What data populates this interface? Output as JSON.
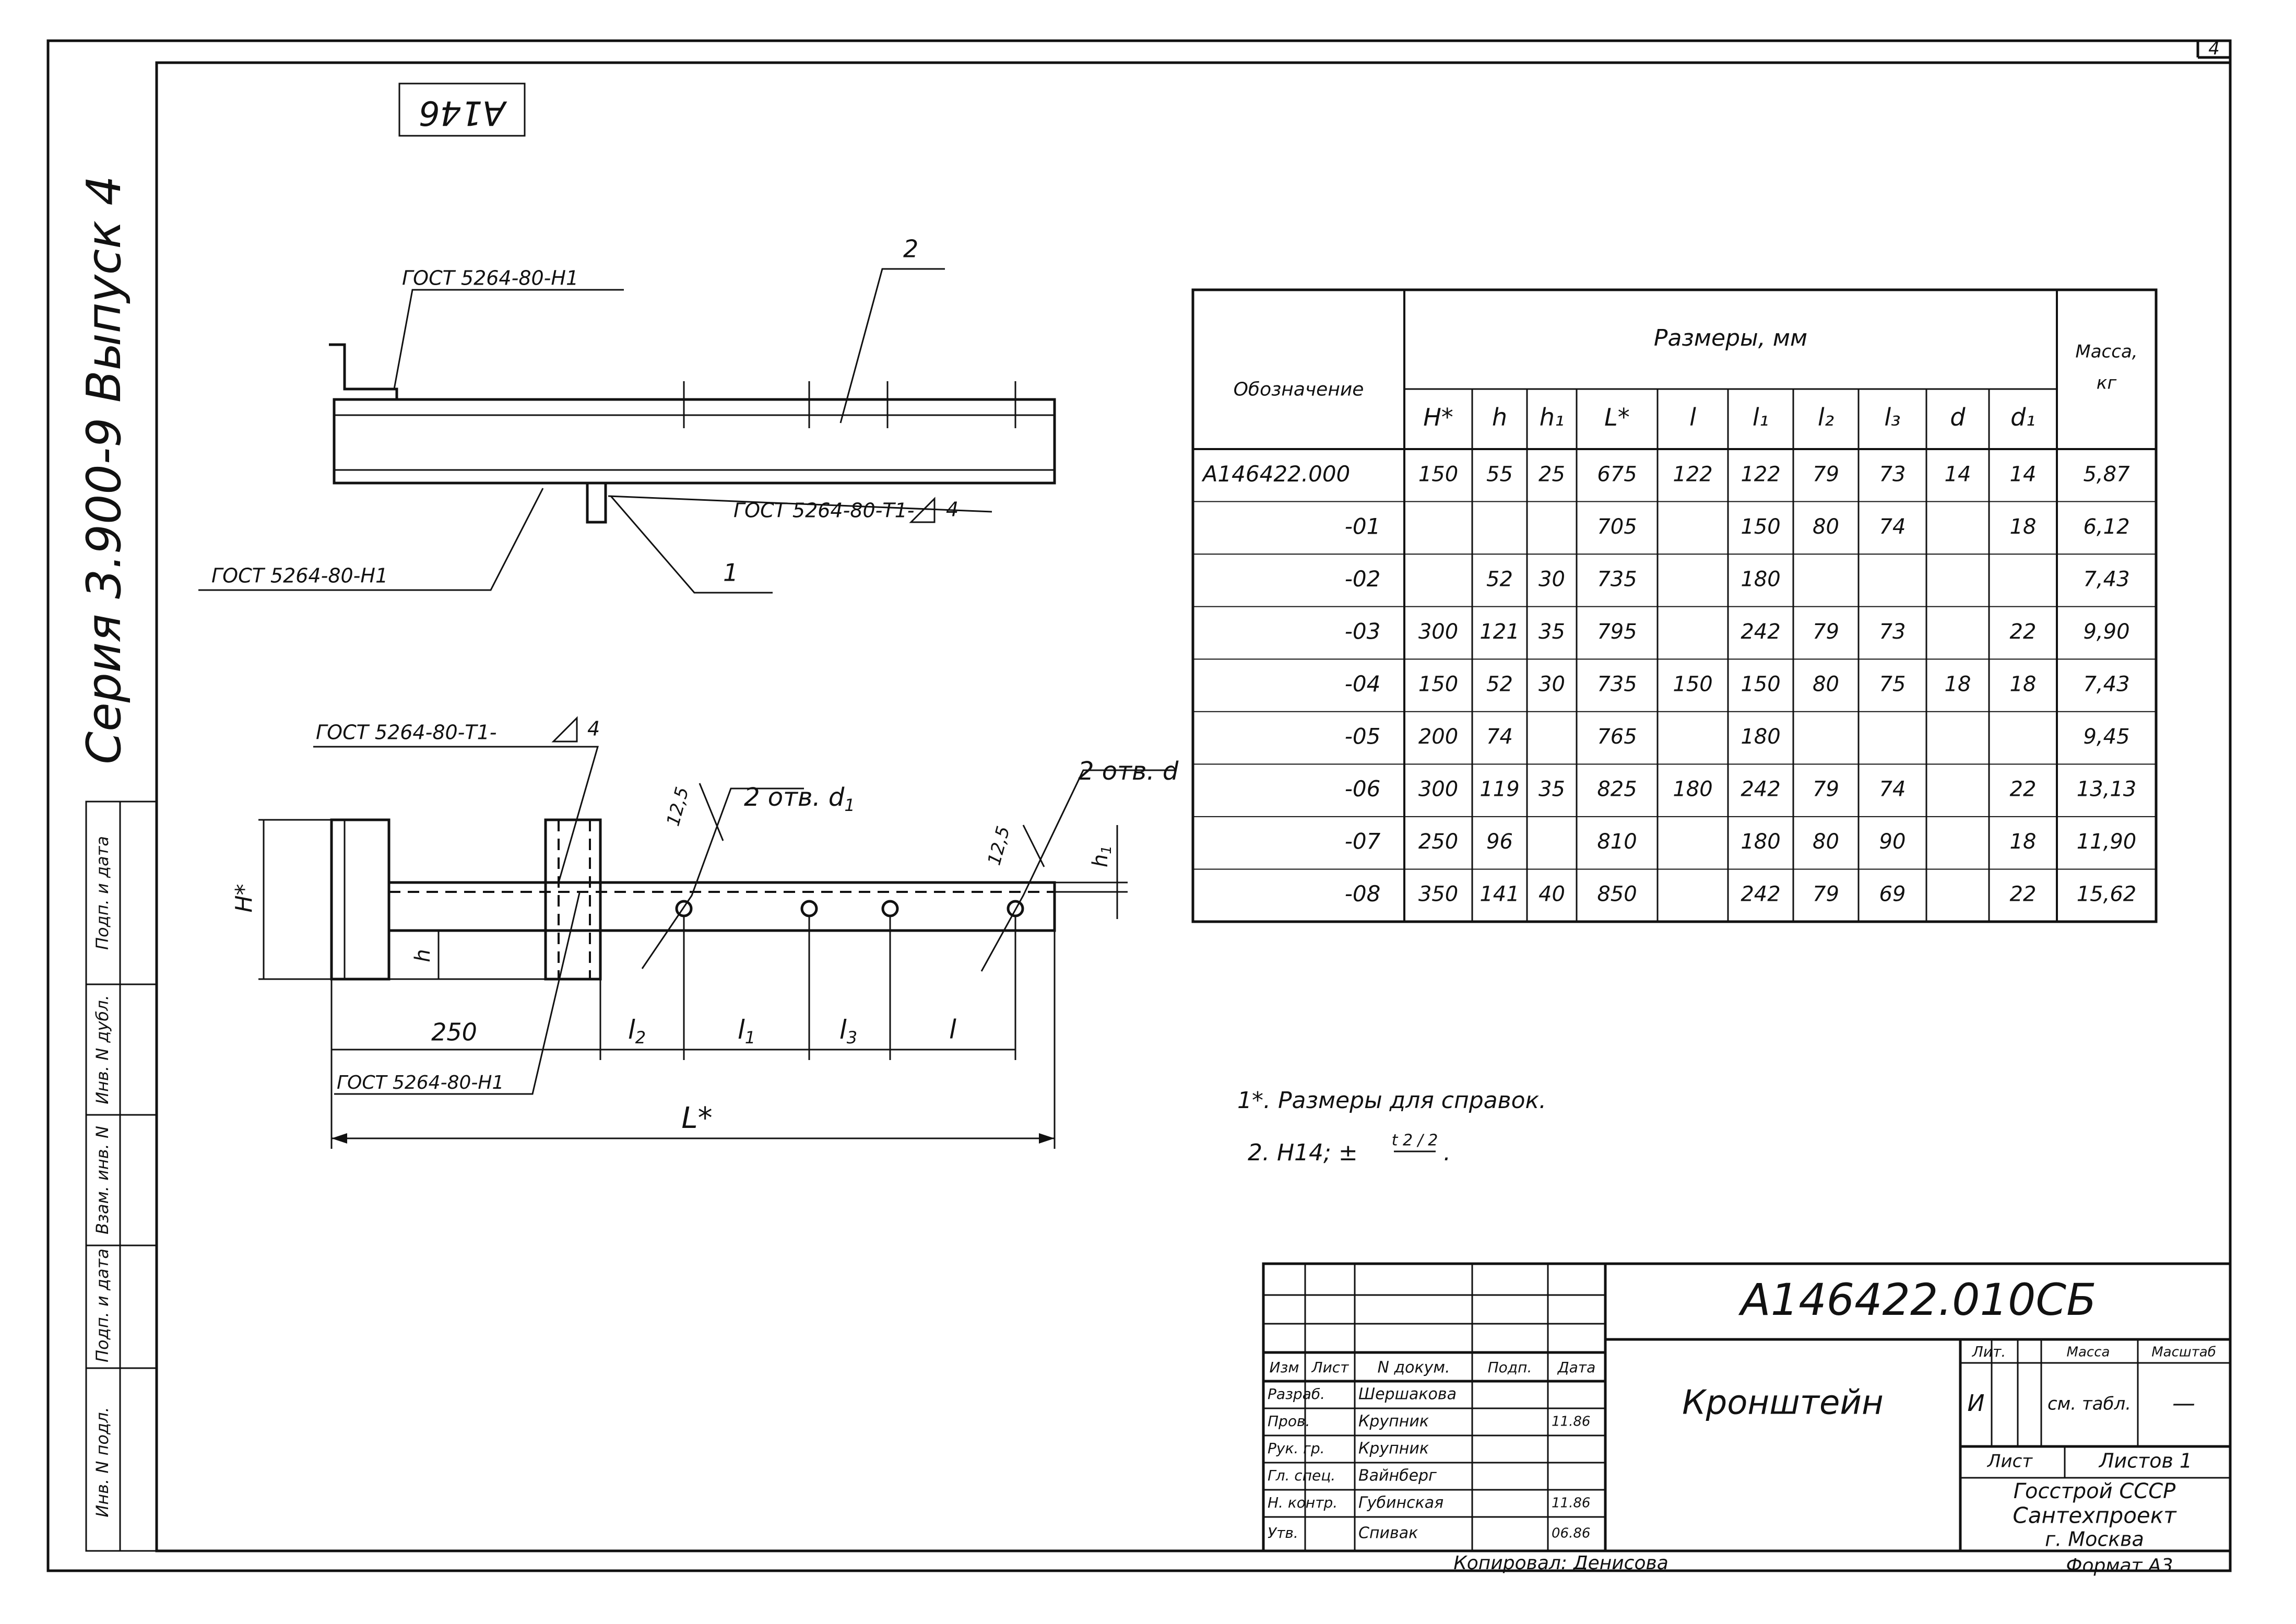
{
  "sheet_number": "4",
  "top_stamp": "A146",
  "side_text": "Серия 3.900-9 Выпуск 4",
  "left_margin_labels": [
    "Инв. N подл.",
    "Подп. и дата",
    "Взам. инв. N",
    "Инв. N дубл.",
    "Подп. и дата"
  ],
  "side_view": {
    "gost_top": "ГОСТ 5264-80-Н1",
    "gost_bottom": "ГОСТ 5264-80-Н1",
    "gost_right": "ГОСТ 5264-80-Т1-",
    "weld_leg": "4",
    "callout_1": "1",
    "callout_2": "2"
  },
  "plan_view": {
    "gost_top": "ГОСТ 5264-80-Т1-",
    "weld_leg": "4",
    "gost_bottom": "ГОСТ 5264-80-Н1",
    "holes_d1": "2 отв. d",
    "holes_d1_sub": "1",
    "holes_d": "2 отв. d",
    "dim_125_a": "12,5",
    "dim_125_b": "12,5",
    "dim_H": "Н*",
    "dim_h": "h",
    "dim_h1": "h",
    "dim_h1_sub": "1",
    "dim_250": "250",
    "dim_l2": "l",
    "dim_l2_sub": "2",
    "dim_l1": "l",
    "dim_l1_sub": "1",
    "dim_l3": "l",
    "dim_l3_sub": "3",
    "dim_l": "l",
    "dim_L": "L*"
  },
  "table": {
    "col_designation": "Обозначение",
    "col_dimensions": "Размеры, мм",
    "col_mass": "Масса, кг",
    "headers": [
      "Н*",
      "h",
      "h₁",
      "L*",
      "l",
      "l₁",
      "l₂",
      "l₃",
      "d",
      "d₁"
    ],
    "rows": [
      {
        "designation": "A146422.000",
        "H": "150",
        "h": "55",
        "h1": "25",
        "L": "675",
        "l": "122",
        "l1": "122",
        "l2": "79",
        "l3": "73",
        "d": "14",
        "d1": "14",
        "mass": "5,87"
      },
      {
        "designation": "-01",
        "L": "705",
        "l1": "150",
        "l2": "80",
        "l3": "74",
        "d1": "18",
        "mass": "6,12"
      },
      {
        "designation": "-02",
        "h": "52",
        "h1": "30",
        "L": "735",
        "l1": "180",
        "mass": "7,43"
      },
      {
        "designation": "-03",
        "H": "300",
        "h": "121",
        "h1": "35",
        "L": "795",
        "l1": "242",
        "l2": "79",
        "l3": "73",
        "d1": "22",
        "mass": "9,90"
      },
      {
        "designation": "-04",
        "H": "150",
        "h": "52",
        "h1": "30",
        "L": "735",
        "l": "150",
        "l1": "150",
        "l2": "80",
        "l3": "75",
        "d": "18",
        "d1": "18",
        "mass": "7,43"
      },
      {
        "designation": "-05",
        "H": "200",
        "h": "74",
        "L": "765",
        "l1": "180",
        "mass": "9,45"
      },
      {
        "designation": "-06",
        "H": "300",
        "h": "119",
        "h1": "35",
        "L": "825",
        "l": "180",
        "l1": "242",
        "l2": "79",
        "l3": "74",
        "d1": "22",
        "mass": "13,13"
      },
      {
        "designation": "-07",
        "H": "250",
        "h": "96",
        "L": "810",
        "l1": "180",
        "l2": "80",
        "l3": "90",
        "d1": "18",
        "mass": "11,90"
      },
      {
        "designation": "-08",
        "H": "350",
        "h": "141",
        "h1": "40",
        "L": "850",
        "l1": "242",
        "l2": "79",
        "l3": "69",
        "d1": "22",
        "mass": "15,62"
      }
    ]
  },
  "notes": {
    "note1": "1*. Размеры для справок.",
    "note2": "2. Н14; ±",
    "note2_frac": "t 2 / 2",
    "note2_end": "."
  },
  "title_block": {
    "doc_code": "A146422.010СБ",
    "title": "Кронштейн",
    "hdr_izm": "Изм",
    "hdr_list": "Лист",
    "hdr_ndoc": "N докум.",
    "hdr_podp": "Подп.",
    "hdr_data": "Дата",
    "roles": [
      "Разраб.",
      "Пров.",
      "Рук. гр.",
      "Гл. спец.",
      "Н. контр.",
      "Утв."
    ],
    "names": [
      "Шершакова",
      "Крупник",
      "Крупник",
      "Вайнберг",
      "Губинская",
      "Спивак"
    ],
    "dates": [
      "",
      "11.86",
      "",
      "",
      "11.86",
      "06.86"
    ],
    "lit_label": "Лит.",
    "lit_value": "И",
    "mass_label": "Масса",
    "mass_value": "см. табл.",
    "scale_label": "Масштаб",
    "scale_value": "—",
    "sheet_label": "Лист",
    "sheets_label": "Листов 1",
    "org1": "Госстрой СССР",
    "org2": "Сантехпроект",
    "org3": "г. Москва",
    "copied": "Копировал: Денисова",
    "format": "Формат А3"
  }
}
